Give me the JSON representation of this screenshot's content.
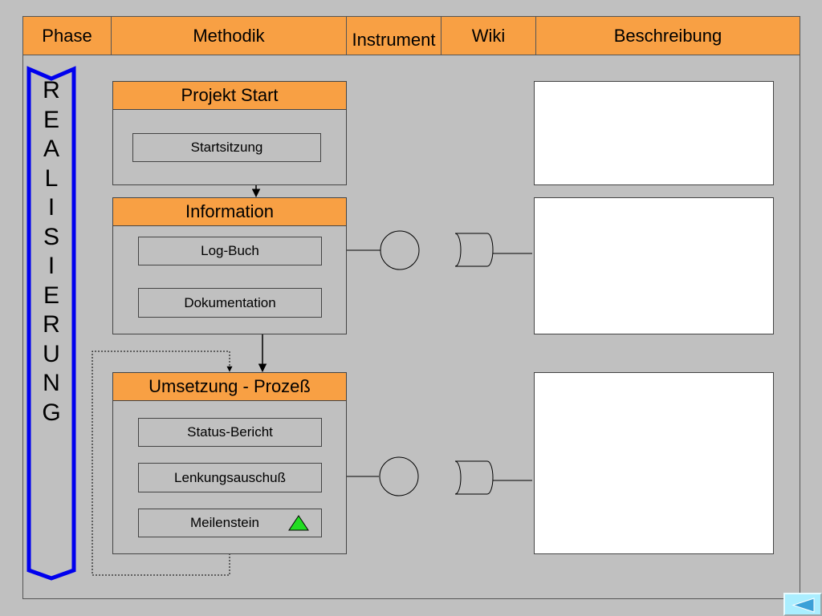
{
  "header": {
    "phase": "Phase",
    "methodik": "Methodik",
    "instrument": "Instrument",
    "wiki": "Wiki",
    "beschreibung": "Beschreibung"
  },
  "phase_label": [
    "R",
    "E",
    "A",
    "L",
    "I",
    "S",
    "I",
    "E",
    "R",
    "U",
    "N",
    "G"
  ],
  "sections": {
    "projekt_start": {
      "title": "Projekt Start",
      "items": [
        "Startsitzung"
      ]
    },
    "information": {
      "title": "Information",
      "items": [
        "Log-Buch",
        "Dokumentation"
      ]
    },
    "umsetzung": {
      "title": "Umsetzung - Prozeß",
      "items": [
        "Status-Bericht",
        "Lenkungsauschuß",
        "Meilenstein"
      ]
    }
  },
  "colors": {
    "background": "#c0c0c0",
    "header": "#f8a044",
    "phase_arrow": "#0000ee",
    "milestone": "#22dd22",
    "nav_button": "#aaeeff"
  },
  "icons": {
    "instrument": "circle-icon",
    "wiki": "database-cylinder-icon",
    "milestone": "triangle-icon",
    "back": "arrow-left-icon"
  }
}
